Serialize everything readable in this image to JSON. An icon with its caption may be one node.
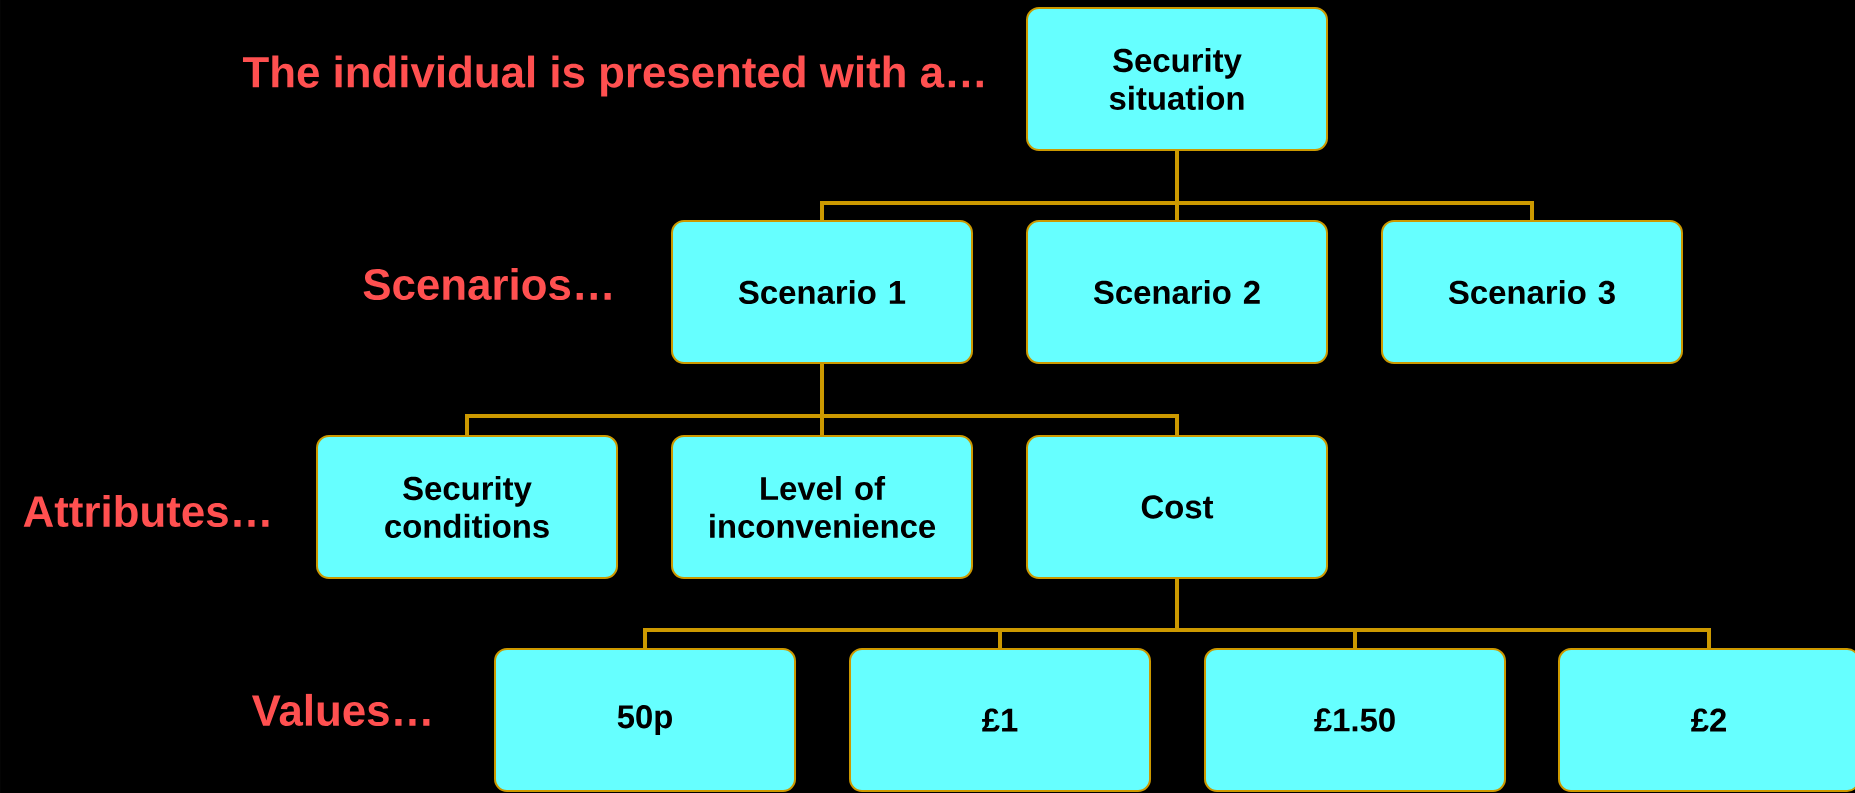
{
  "diagram": {
    "nodes": [
      {
        "text": [
          "Security situation"
        ]
      },
      {
        "text": [
          "Scenario 1"
        ]
      },
      {
        "text": [
          "Scenario 2"
        ]
      },
      {
        "text": [
          "Scenario 3"
        ]
      },
      {
        "text": [
          "Security conditions"
        ]
      },
      {
        "text": [
          "Level of inconvenience"
        ]
      },
      {
        "text": [
          "Cost"
        ]
      },
      {
        "text": [
          "50p"
        ]
      },
      {
        "text": [
          "£1"
        ]
      },
      {
        "text": [
          "£1.50"
        ]
      },
      {
        "text": [
          "£2"
        ]
      }
    ],
    "edges": [
      {
        "from": 0,
        "to": 1,
        "arrow": "none"
      },
      {
        "from": 0,
        "to": 2,
        "arrow": "none"
      },
      {
        "from": 0,
        "to": 3,
        "arrow": "none"
      },
      {
        "from": 1,
        "to": 4,
        "arrow": "none"
      },
      {
        "from": 1,
        "to": 5,
        "arrow": "none"
      },
      {
        "from": 1,
        "to": 6,
        "arrow": "none"
      },
      {
        "from": 6,
        "to": 7,
        "arrow": "none"
      },
      {
        "from": 6,
        "to": 8,
        "arrow": "none"
      },
      {
        "from": 6,
        "to": 9,
        "arrow": "none"
      },
      {
        "from": 6,
        "to": 10,
        "arrow": "none"
      }
    ],
    "labels": [
      "The individual is presented with a…",
      "Scenarios…",
      "Attributes…",
      "Values…"
    ]
  }
}
